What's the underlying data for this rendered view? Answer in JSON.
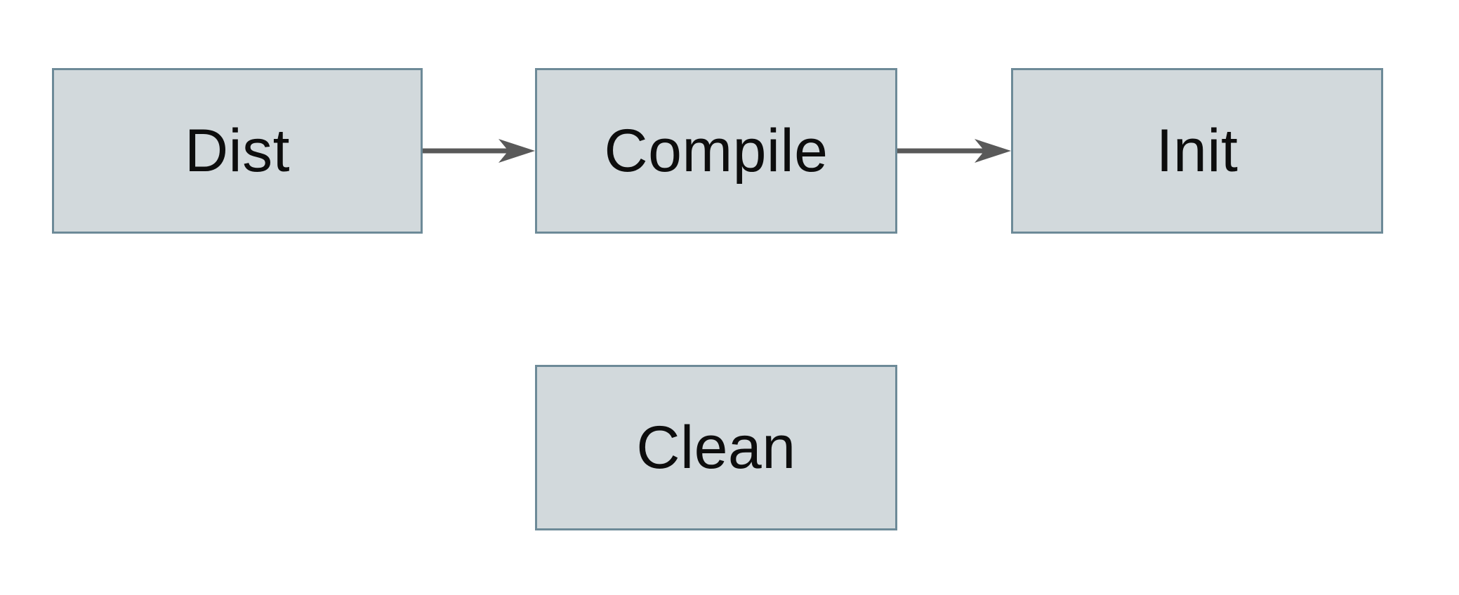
{
  "diagram": {
    "title": "build-tasks-flowchart",
    "nodes": [
      {
        "id": "dist",
        "label": "Dist"
      },
      {
        "id": "compile",
        "label": "Compile"
      },
      {
        "id": "init",
        "label": "Init"
      },
      {
        "id": "clean",
        "label": "Clean"
      }
    ],
    "edges": [
      {
        "from": "Dist",
        "to": "Compile",
        "direction": "right"
      },
      {
        "from": "Compile",
        "to": "Init",
        "direction": "right"
      }
    ],
    "colors": {
      "background": "#ffffff",
      "node_fill": "#d2d9dc",
      "node_border": "#6d8a98",
      "arrow": "#595959",
      "text": "#0d0d0d"
    }
  }
}
